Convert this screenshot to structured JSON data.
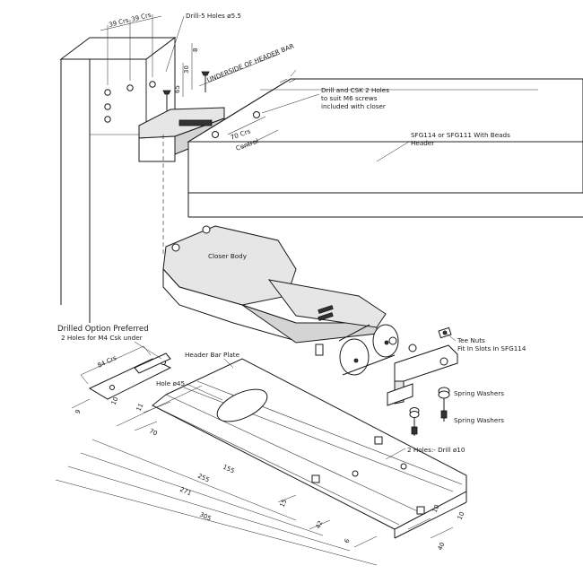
{
  "labels": {
    "drill_holes": "Drill-5 Holes ø5.5",
    "underside": "UNDERSIDE OF HEADER BAR",
    "drill_csk_1": "Drill and CSK 2 Holes",
    "drill_csk_2": "to suit M6 screws",
    "drill_csk_3": "included with closer",
    "header_1": "SFG114 or SFG111 With Beads",
    "header_2": "Header",
    "closer_body": "Closer Body",
    "drilled_option_1": "Drilled Option Preferred",
    "drilled_option_2": "2 Holes for M4 Csk under",
    "header_bar_plate": "Header Bar Plate",
    "hole_45": "Hole ø45",
    "tee_nuts_1": "Tee Nuts",
    "tee_nuts_2": "Fit In Slots In SFG114",
    "spring_washers_1": "Spring Washers",
    "spring_washers_2": "Spring Washers",
    "two_holes": "2 Holes:- Drill ø10",
    "crs_70_1": "70 Crs",
    "crs_70_2": "Central"
  },
  "dims": {
    "d39a": "39 Crs",
    "d39b": "39 Crs",
    "d8": "8",
    "d30": "30",
    "d65": "65",
    "d9": "9",
    "d84": "84 Crs",
    "d10": "10",
    "d11": "11",
    "d70": "70",
    "d155": "155",
    "d255": "255",
    "d271": "271",
    "d305": "305",
    "d15": "15",
    "d42": "42",
    "d6": "6",
    "d10b": "10",
    "d40": "40",
    "d10c": "10"
  }
}
